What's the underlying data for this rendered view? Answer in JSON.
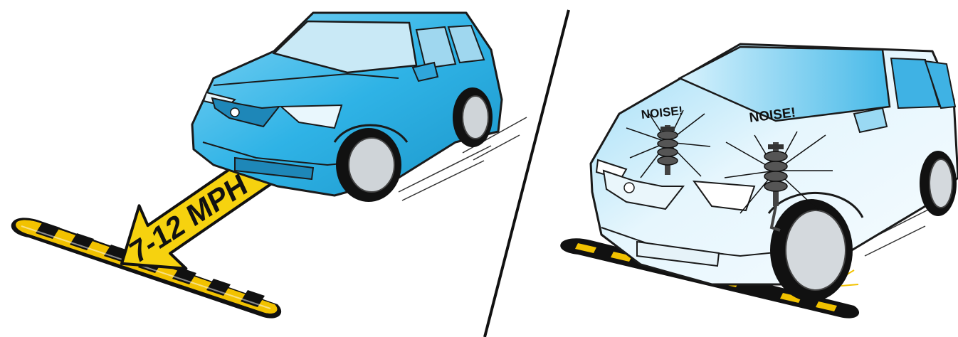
{
  "speed_arrow": {
    "label": "7-12 MPH",
    "fill": "#f6d20f",
    "stroke": "#111111"
  },
  "noise_labels": [
    {
      "text": "NOISE!"
    },
    {
      "text": "NOISE!"
    }
  ],
  "colors": {
    "car_body": "#2fb3e6",
    "car_body_light": "#8fd8f5",
    "car_ghost": "#d8f1fb",
    "outline": "#1a1a1a",
    "bump_yellow": "#f2c200",
    "bump_black": "#111111",
    "background": "#ffffff"
  },
  "panels": [
    {
      "name": "approach",
      "caption": ""
    },
    {
      "name": "impact",
      "caption": ""
    }
  ]
}
